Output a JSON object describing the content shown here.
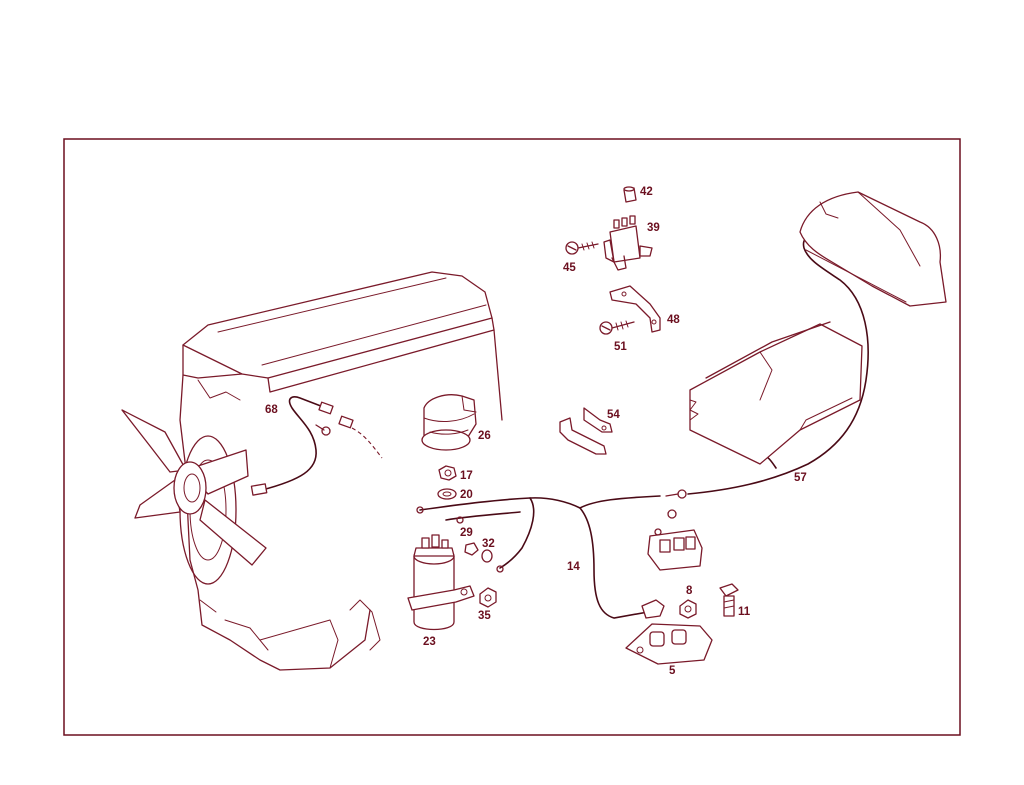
{
  "callouts": {
    "c5": "5",
    "c8": "8",
    "c11": "11",
    "c14": "14",
    "c17": "17",
    "c20": "20",
    "c23": "23",
    "c26": "26",
    "c29": "29",
    "c32": "32",
    "c35": "35",
    "c39": "39",
    "c42": "42",
    "c45": "45",
    "c48": "48",
    "c51": "51",
    "c54": "54",
    "c57": "57",
    "c68": "68"
  },
  "colors": {
    "line": "#7a1a2a",
    "frame": "#6b0f1f",
    "wire": "#4a0a16",
    "background": "#ffffff"
  }
}
